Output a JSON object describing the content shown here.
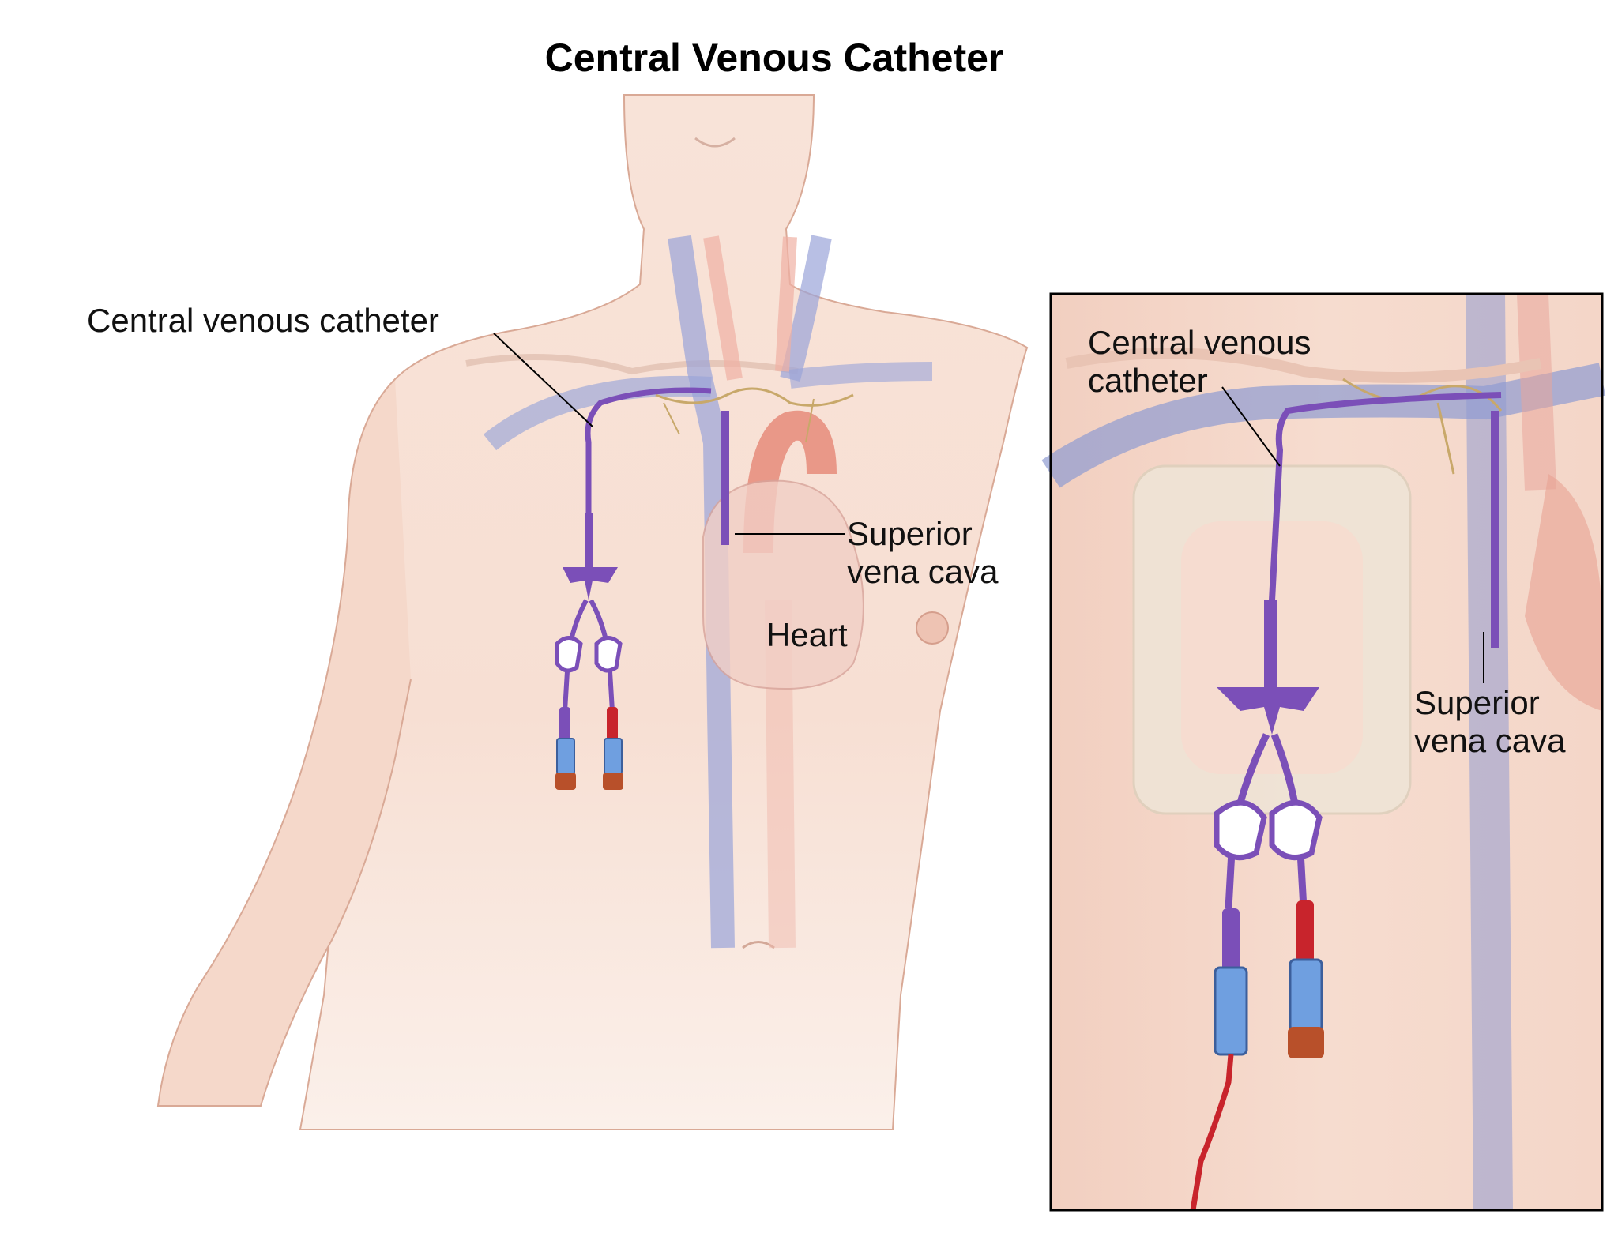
{
  "title": "Central Venous Catheter",
  "main_labels": {
    "catheter": "Central venous catheter",
    "svc_line1": "Superior",
    "svc_line2": "vena cava",
    "heart": "Heart"
  },
  "inset_labels": {
    "catheter_line1": "Central venous",
    "catheter_line2": "catheter",
    "svc_line1": "Superior",
    "svc_line2": "vena cava"
  },
  "colors": {
    "skin": "#f6dccf",
    "skin_shadow": "#e9bfab",
    "vein": "#8f9bd1",
    "artery": "#e8a59a",
    "catheter": "#7b4fb8",
    "clamp_red": "#c8242c",
    "connector_blue": "#6f9fe0",
    "cap_orange": "#b8502a",
    "dressing": "#efe4d6",
    "nerve": "#c8a86a"
  }
}
